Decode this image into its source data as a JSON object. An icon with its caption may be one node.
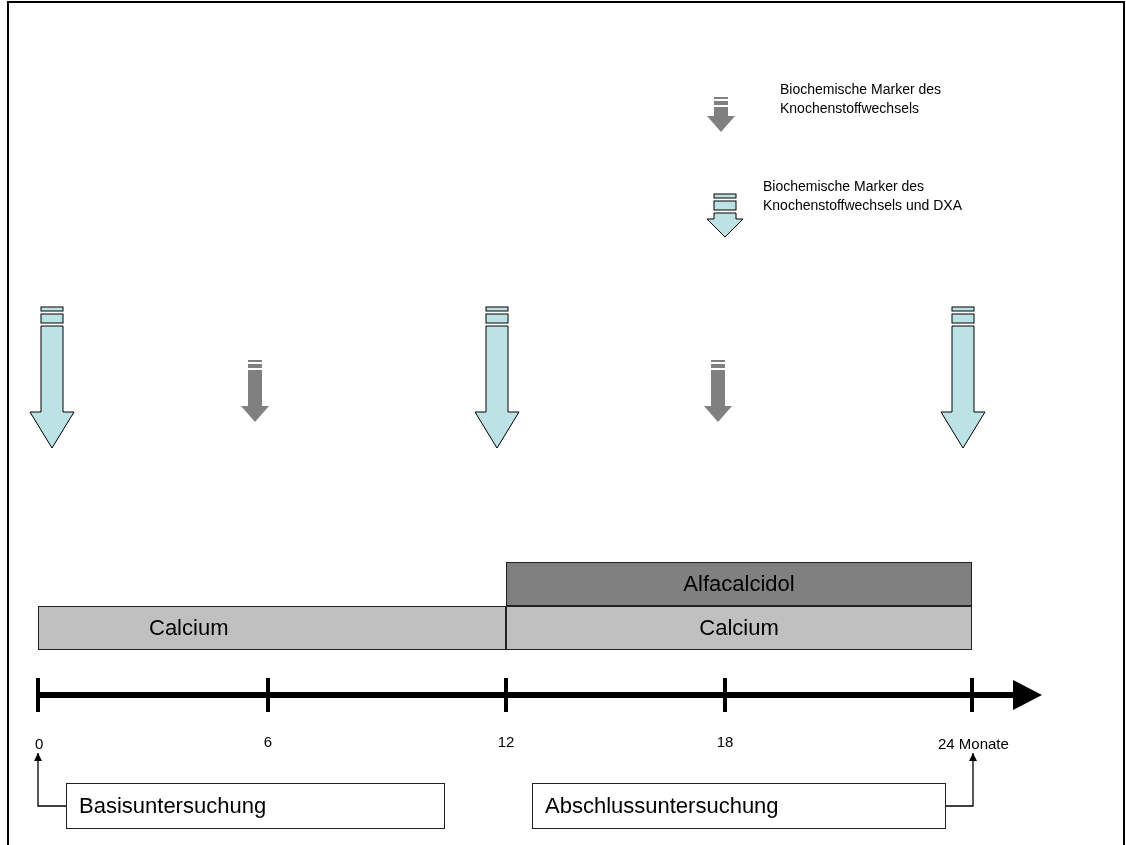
{
  "diagram": {
    "nodes": [
      {
        "text": [
          "Alfacalcidol"
        ]
      },
      {
        "text": [
          "Calcium"
        ]
      },
      {
        "text": [
          "Calcium"
        ]
      },
      {
        "text": [
          "Basisuntersuchung"
        ]
      },
      {
        "text": [
          "Abschlussuntersuchung"
        ]
      },
      {
        "text": [
          "0"
        ]
      },
      {
        "text": [
          "24 Monate"
        ]
      }
    ],
    "edges": [
      {
        "from": 3,
        "to": 5,
        "arrow": "to"
      },
      {
        "from": 4,
        "to": 6,
        "arrow": "to"
      }
    ],
    "labels": [
      "6",
      "12",
      "18"
    ],
    "legend": [
      {
        "text": "Biochemische Marker des Knochenstoffwechsels"
      },
      {
        "text": "Biochemische Marker des Knochenstoffwechsels und DXA"
      }
    ]
  }
}
